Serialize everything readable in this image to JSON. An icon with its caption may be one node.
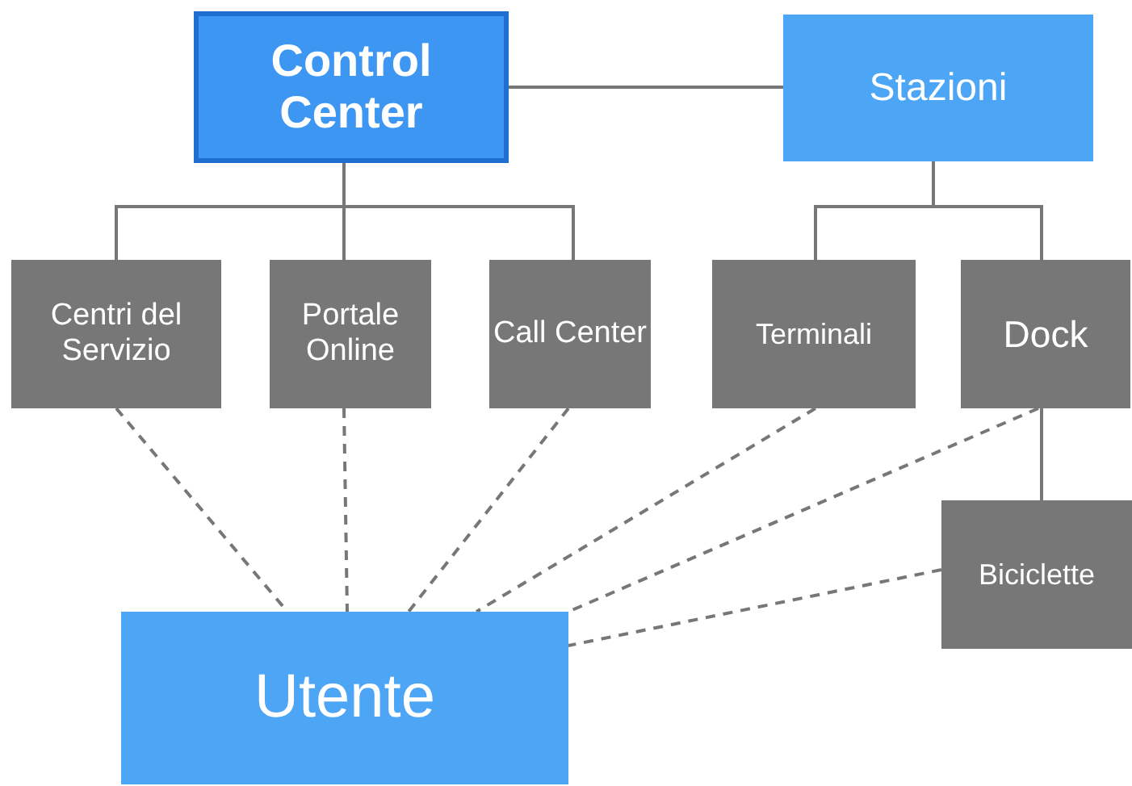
{
  "diagram": {
    "nodes": [
      {
        "text": [
          "Control Center"
        ]
      },
      {
        "text": [
          "Stazioni"
        ]
      },
      {
        "text": [
          "Centri del Servizio"
        ]
      },
      {
        "text": [
          "Portale Online"
        ]
      },
      {
        "text": [
          "Call Center"
        ]
      },
      {
        "text": [
          "Terminali"
        ]
      },
      {
        "text": [
          "Dock"
        ]
      },
      {
        "text": [
          "Biciclette"
        ]
      },
      {
        "text": [
          "Utente"
        ]
      }
    ],
    "edges": [
      {
        "from": 0,
        "to": 1,
        "arrow": "none"
      },
      {
        "from": 0,
        "to": 2,
        "arrow": "none"
      },
      {
        "from": 0,
        "to": 3,
        "arrow": "none"
      },
      {
        "from": 0,
        "to": 4,
        "arrow": "none"
      },
      {
        "from": 1,
        "to": 5,
        "arrow": "none"
      },
      {
        "from": 1,
        "to": 6,
        "arrow": "none"
      },
      {
        "from": 6,
        "to": 7,
        "arrow": "none"
      },
      {
        "from": 2,
        "to": 8,
        "arrow": "none",
        "style": "dashed"
      },
      {
        "from": 3,
        "to": 8,
        "arrow": "none",
        "style": "dashed"
      },
      {
        "from": 4,
        "to": 8,
        "arrow": "none",
        "style": "dashed"
      },
      {
        "from": 5,
        "to": 8,
        "arrow": "none",
        "style": "dashed"
      },
      {
        "from": 6,
        "to": 8,
        "arrow": "none",
        "style": "dashed"
      },
      {
        "from": 7,
        "to": 8,
        "arrow": "none",
        "style": "dashed"
      }
    ]
  }
}
